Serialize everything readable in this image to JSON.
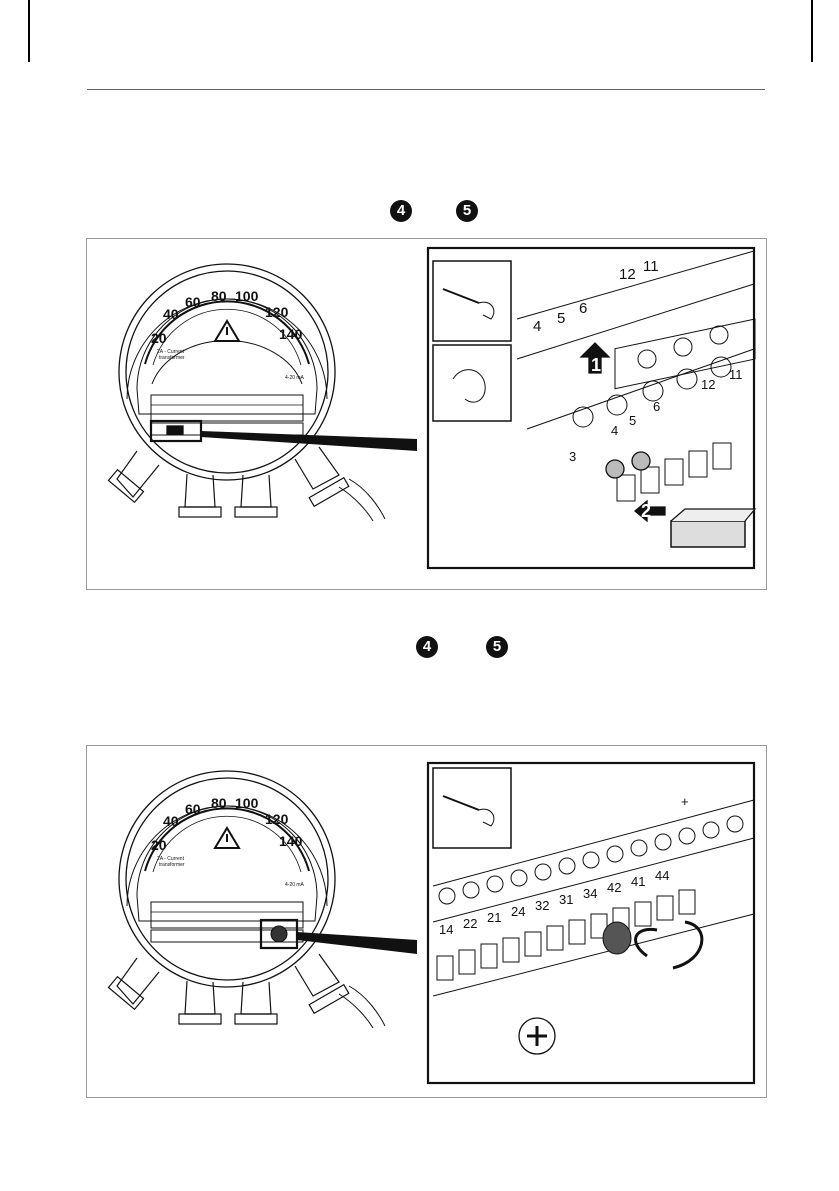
{
  "page": {
    "callouts_1": [
      "4",
      "5"
    ],
    "callouts_2": [
      "4",
      "5"
    ]
  },
  "figure_1": {
    "scale_numbers": [
      "20",
      "40",
      "60",
      "80",
      "100",
      "120",
      "140"
    ],
    "transformer_label": [
      "2A - Current",
      "transformer"
    ],
    "ma_label": "4-20 mA",
    "terminals": [
      "3",
      "4",
      "5",
      "6",
      "12",
      "11",
      "14",
      "22",
      "21",
      "24",
      "32",
      "31",
      "34",
      "42",
      "41",
      "44"
    ],
    "detail_labels_top": [
      "4",
      "5",
      "6",
      "12",
      "11"
    ],
    "detail_labels_mid": [
      "12",
      "11",
      "6",
      "5",
      "4",
      "3"
    ],
    "step_1": "1",
    "step_2": "2"
  },
  "figure_2": {
    "scale_numbers": [
      "20",
      "40",
      "60",
      "80",
      "100",
      "120",
      "140"
    ],
    "transformer_label": [
      "2A - Current",
      "transformer"
    ],
    "ma_label": "4-20 mA",
    "detail_labels": [
      "14",
      "22",
      "21",
      "24",
      "32",
      "31",
      "34",
      "42",
      "41",
      "44",
      "+"
    ]
  }
}
